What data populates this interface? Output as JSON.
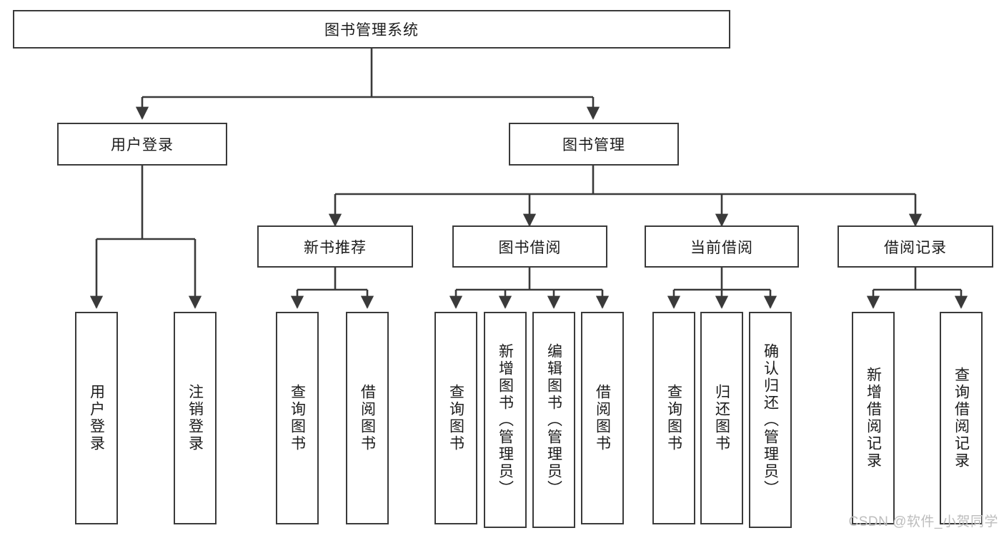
{
  "diagram": {
    "type": "tree-hierarchy",
    "title": "图书管理系统",
    "orientation": "top-down",
    "watermark": "CSDN @软件_小贺同学",
    "colors": {
      "box_border": "#3a3a3a",
      "box_fill": "#ffffff",
      "connector": "#3a3a3a",
      "text": "#1b1b1b",
      "watermark": "#bdbdbd"
    },
    "root": {
      "id": "root",
      "label": "图书管理系统"
    },
    "level2": [
      {
        "id": "user-login",
        "label": "用户登录"
      },
      {
        "id": "book-management",
        "label": "图书管理"
      }
    ],
    "level3": [
      {
        "id": "new-book-recommend",
        "label": "新书推荐",
        "parent": "book-management"
      },
      {
        "id": "book-borrow",
        "label": "图书借阅",
        "parent": "book-management"
      },
      {
        "id": "current-borrow",
        "label": "当前借阅",
        "parent": "book-management"
      },
      {
        "id": "borrow-record",
        "label": "借阅记录",
        "parent": "book-management"
      }
    ],
    "leaves": [
      {
        "id": "leaf-user-login",
        "label": "用户登录",
        "parent": "user-login"
      },
      {
        "id": "leaf-user-logout",
        "label": "注销登录",
        "parent": "user-login"
      },
      {
        "id": "leaf-query-book-1",
        "label": "查询图书",
        "parent": "new-book-recommend"
      },
      {
        "id": "leaf-borrow-book-1",
        "label": "借阅图书",
        "parent": "new-book-recommend"
      },
      {
        "id": "leaf-query-book-2",
        "label": "查询图书",
        "parent": "book-borrow"
      },
      {
        "id": "leaf-add-book",
        "label": "新增图书（管理员）",
        "parent": "book-borrow"
      },
      {
        "id": "leaf-edit-book",
        "label": "编辑图书（管理员）",
        "parent": "book-borrow"
      },
      {
        "id": "leaf-borrow-book-2",
        "label": "借阅图书",
        "parent": "book-borrow"
      },
      {
        "id": "leaf-query-book-3",
        "label": "查询图书",
        "parent": "current-borrow"
      },
      {
        "id": "leaf-return-book",
        "label": "归还图书",
        "parent": "current-borrow"
      },
      {
        "id": "leaf-confirm-return",
        "label": "确认归还（管理员）",
        "parent": "current-borrow"
      },
      {
        "id": "leaf-add-record",
        "label": "新增借阅记录",
        "parent": "borrow-record"
      },
      {
        "id": "leaf-query-record",
        "label": "查询借阅记录",
        "parent": "borrow-record"
      }
    ]
  }
}
